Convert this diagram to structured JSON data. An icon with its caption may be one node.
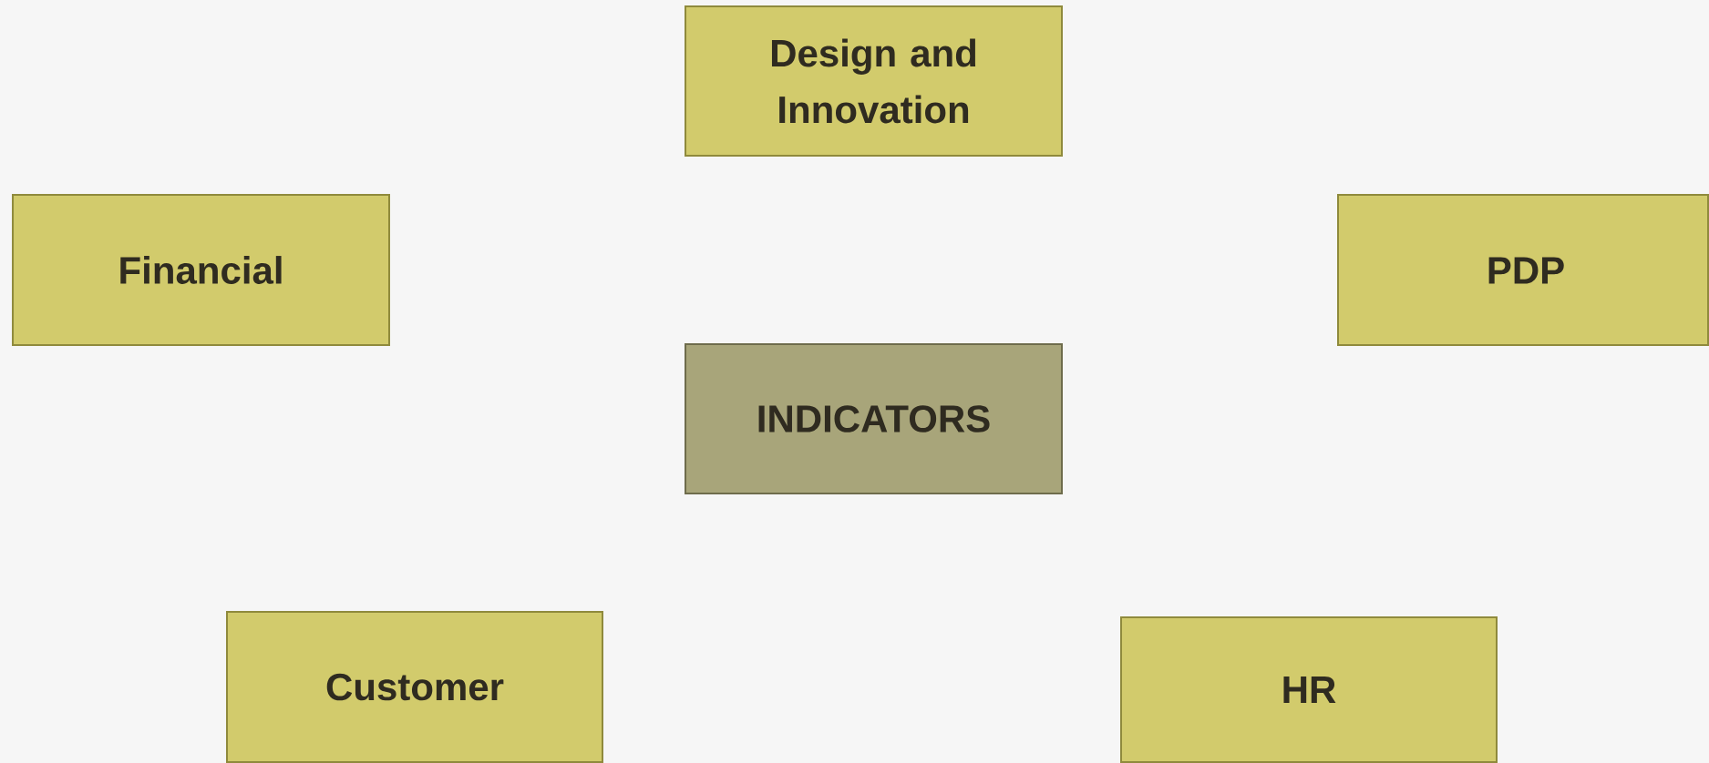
{
  "diagram": {
    "nodes": [
      {
        "text": [
          "Design and Innovation"
        ]
      },
      {
        "text": [
          "Financial"
        ]
      },
      {
        "text": [
          "PDP"
        ]
      },
      {
        "text": [
          "INDICATORS"
        ]
      },
      {
        "text": [
          "Customer"
        ]
      },
      {
        "text": [
          "HR"
        ]
      }
    ]
  }
}
